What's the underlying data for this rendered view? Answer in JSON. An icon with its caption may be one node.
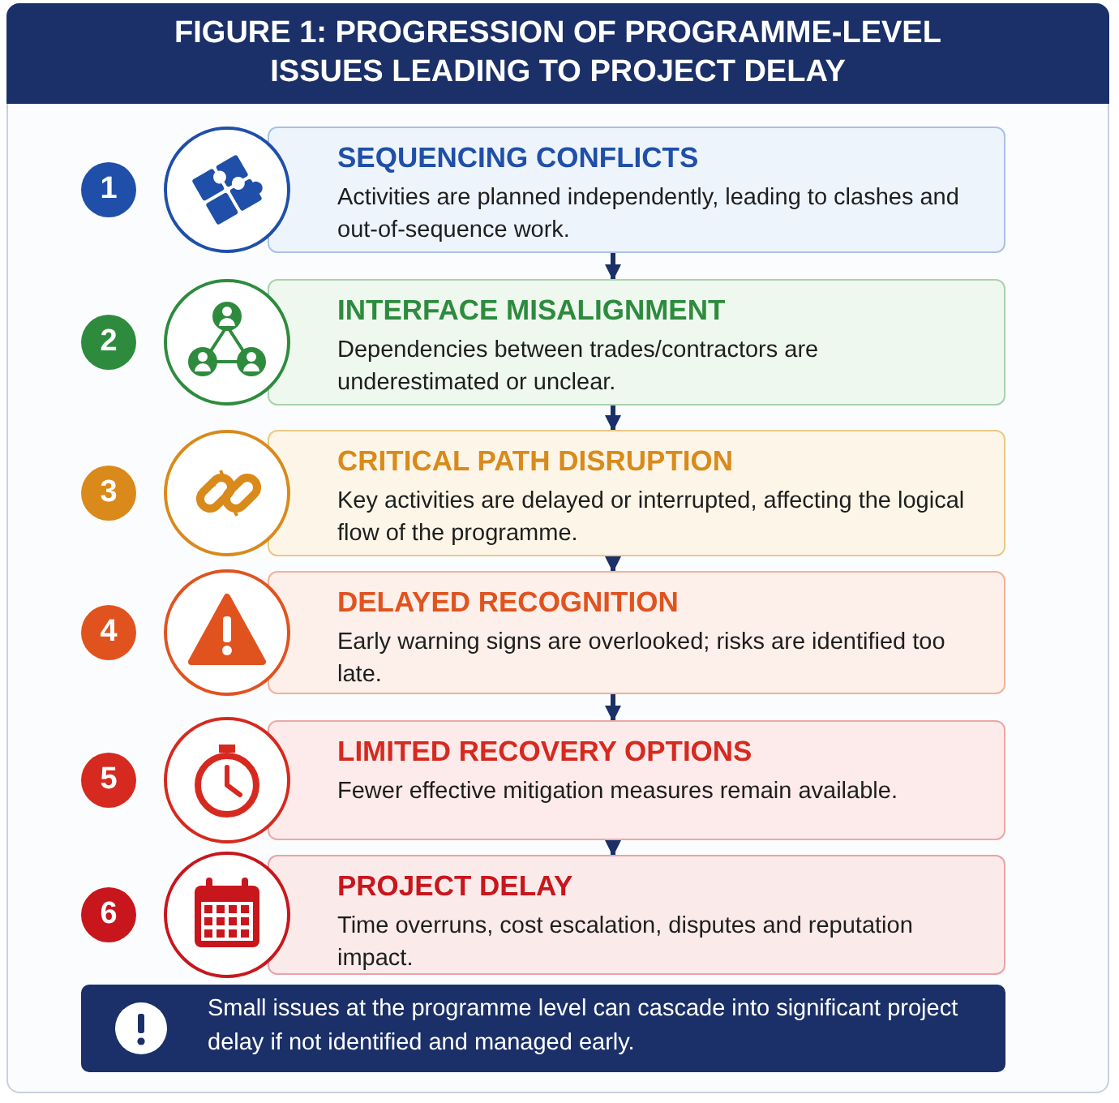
{
  "diagram": {
    "title": "FIGURE 1: PROGRESSION OF PROGRAMME-LEVEL ISSUES LEADING TO PROJECT DELAY",
    "nodes": [
      {
        "text": [
          "1"
        ]
      },
      {
        "text": [
          "SEQUENCING CONFLICTS",
          "Activities are planned independently, leading to clashes and out-of-sequence work."
        ]
      },
      {
        "text": [
          "2"
        ]
      },
      {
        "text": [
          "INTERFACE MISALIGNMENT",
          "Dependencies between trades/contractors are underestimated or unclear."
        ]
      },
      {
        "text": [
          "3"
        ]
      },
      {
        "text": [
          "CRITICAL PATH DISRUPTION",
          "Key activities are delayed or interrupted, affecting the logical flow of the programme."
        ]
      },
      {
        "text": [
          "4"
        ]
      },
      {
        "text": [
          "DELAYED RECOGNITION",
          "Early warning signs are overlooked; risks are identified too late."
        ]
      },
      {
        "text": [
          "5"
        ]
      },
      {
        "text": [
          "LIMITED RECOVERY OPTIONS",
          "Fewer effective mitigation measures remain available."
        ]
      },
      {
        "text": [
          "6"
        ]
      },
      {
        "text": [
          "PROJECT DELAY",
          "Time overruns, cost escalation, disputes and reputation impact."
        ]
      },
      {
        "text": [
          "Small issues at the programme level can cascade into significant project delay if not identified and managed early."
        ]
      }
    ],
    "edges": [
      {
        "from": 1,
        "to": 3,
        "arrow": "to"
      },
      {
        "from": 3,
        "to": 5,
        "arrow": "to"
      },
      {
        "from": 5,
        "to": 7,
        "arrow": "to"
      },
      {
        "from": 7,
        "to": 9,
        "arrow": "to"
      },
      {
        "from": 9,
        "to": 11,
        "arrow": "to"
      }
    ]
  }
}
